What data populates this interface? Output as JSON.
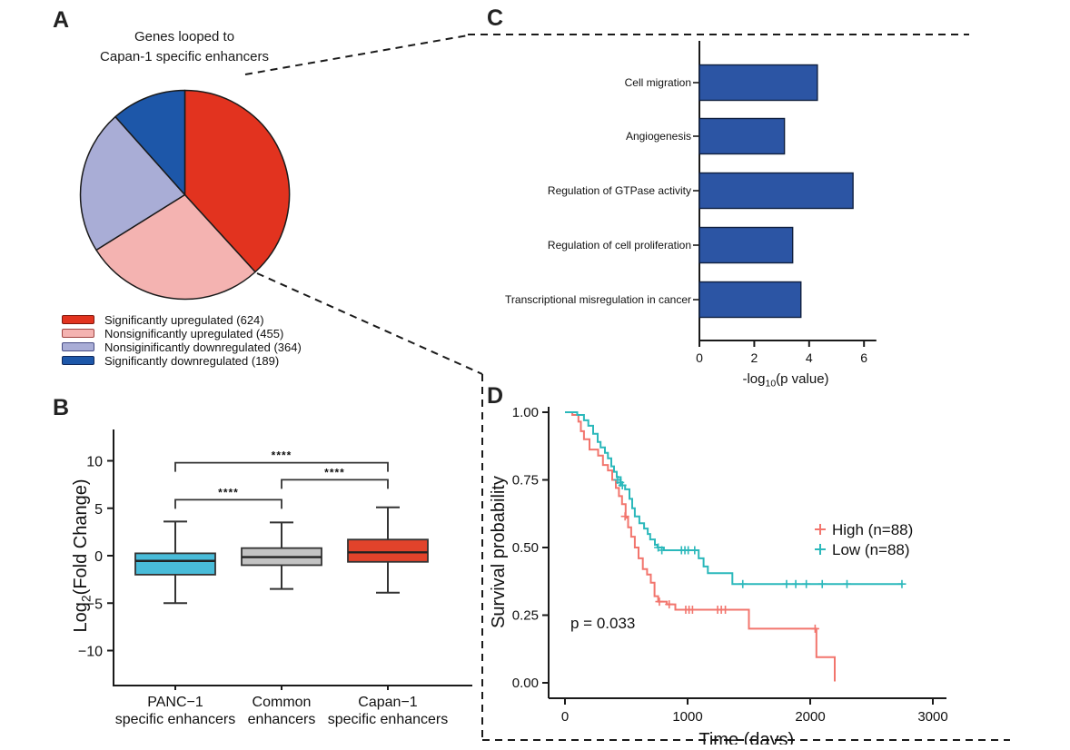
{
  "panel_labels": {
    "a": "A",
    "b": "B",
    "c": "C",
    "d": "D"
  },
  "colors": {
    "ink": "#1a1a1a",
    "pie_red": "#E2331F",
    "pie_pink": "#F4B3B1",
    "pie_lavender": "#A9ADD6",
    "pie_blue": "#1D57A9",
    "go_bar_blue": "#2C55A4",
    "box_cyan": "#49BCD9",
    "box_gray": "#C3C3C3",
    "box_red": "#E2432B",
    "km_high_red": "#F2756D",
    "km_low_teal": "#2BB8BB"
  },
  "chart_data": [
    {
      "id": "gene-pie",
      "panel": "A",
      "type": "pie",
      "title_line1": "Genes looped to",
      "title_line2": "Capan-1 specific enhancers",
      "labels": [
        "Significantly upregulated (624)",
        "Nonsignificantly upregulated (455)",
        "Nonsiginificantly downregulated (364)",
        "Significantly downregulated (189)"
      ],
      "values": [
        624,
        455,
        364,
        189
      ],
      "colors": [
        "#E2331F",
        "#F4B3B1",
        "#A9ADD6",
        "#1D57A9"
      ],
      "swatch_borders": [
        "#7F170D",
        "#A04542",
        "#474C85",
        "#10295B"
      ],
      "legend_position": "bottom-left"
    },
    {
      "id": "enhancer-box",
      "panel": "B",
      "type": "box",
      "ylabel": {
        "prefix": "Log",
        "sub": "2",
        "suffix": "(Fold Change)"
      },
      "yticks": [
        -10,
        -5,
        0,
        5,
        10
      ],
      "ylim": [
        -13.5,
        13.5
      ],
      "categories": [
        [
          "PANC−1",
          "specific enhancers"
        ],
        [
          "Common",
          "enhancers"
        ],
        [
          "Capan−1",
          "specific enhancers"
        ]
      ],
      "boxes": [
        {
          "low": -5.0,
          "q1": -2.0,
          "median": -0.55,
          "q3": 0.25,
          "high": 3.6,
          "color": "#49BCD9"
        },
        {
          "low": -3.5,
          "q1": -1.0,
          "median": -0.15,
          "q3": 0.8,
          "high": 3.5,
          "color": "#C3C3C3"
        },
        {
          "low": -3.9,
          "q1": -0.65,
          "median": 0.35,
          "q3": 1.7,
          "high": 5.1,
          "color": "#E2432B"
        }
      ],
      "significance": [
        {
          "from": 0,
          "to": 1,
          "label": "****",
          "y": 5.9
        },
        {
          "from": 1,
          "to": 2,
          "label": "****",
          "y": 8.0
        },
        {
          "from": 0,
          "to": 2,
          "label": "****",
          "y": 9.8
        }
      ]
    },
    {
      "id": "go-bars",
      "panel": "C",
      "type": "bar",
      "orientation": "horizontal",
      "categories": [
        "Cell migration",
        "Angiogenesis",
        "Regulation of GTPase activity",
        "Regulation of cell proliferation",
        "Transcriptional misregulation in cancer"
      ],
      "values": [
        4.3,
        3.1,
        5.6,
        3.4,
        3.7
      ],
      "xlabel": {
        "prefix": "-log",
        "sub": "10",
        "suffix": "(p value)"
      },
      "xticks": [
        0,
        2,
        4,
        6
      ],
      "xlim": [
        0,
        6.6
      ],
      "bar_color": "#2C55A4"
    },
    {
      "id": "km-survival",
      "panel": "D",
      "type": "line",
      "xlabel": "Time (days)",
      "ylabel": "Survival probability",
      "xticks": [
        0,
        1000,
        2000,
        3000
      ],
      "ytick_labels": [
        "0.00",
        "0.25",
        "0.50",
        "0.75",
        "1.00"
      ],
      "yticks": [
        0,
        0.25,
        0.5,
        0.75,
        1.0
      ],
      "xlim": [
        0,
        3100
      ],
      "ylim": [
        0,
        1
      ],
      "p_value": "p = 0.033",
      "series": [
        {
          "name": "High (n=88)",
          "color": "#F2756D",
          "steps": [
            [
              0,
              1.0
            ],
            [
              60,
              0.99
            ],
            [
              110,
              0.965
            ],
            [
              130,
              0.93
            ],
            [
              155,
              0.9
            ],
            [
              200,
              0.862
            ],
            [
              270,
              0.84
            ],
            [
              310,
              0.805
            ],
            [
              350,
              0.785
            ],
            [
              385,
              0.75
            ],
            [
              415,
              0.72
            ],
            [
              440,
              0.69
            ],
            [
              465,
              0.66
            ],
            [
              495,
              0.61
            ],
            [
              515,
              0.575
            ],
            [
              540,
              0.54
            ],
            [
              570,
              0.5
            ],
            [
              600,
              0.46
            ],
            [
              635,
              0.42
            ],
            [
              670,
              0.4
            ],
            [
              700,
              0.37
            ],
            [
              730,
              0.32
            ],
            [
              760,
              0.3
            ],
            [
              830,
              0.29
            ],
            [
              900,
              0.27
            ],
            [
              1500,
              0.2
            ],
            [
              2050,
              0.095
            ],
            [
              2200,
              0.005
            ]
          ],
          "censors": [
            [
              490,
              0.615
            ],
            [
              770,
              0.3
            ],
            [
              850,
              0.29
            ],
            [
              985,
              0.27
            ],
            [
              1012,
              0.27
            ],
            [
              1040,
              0.27
            ],
            [
              1245,
              0.27
            ],
            [
              1275,
              0.27
            ],
            [
              1308,
              0.27
            ],
            [
              2040,
              0.2
            ]
          ]
        },
        {
          "name": "Low (n=88)",
          "color": "#2BB8BB",
          "steps": [
            [
              0,
              1.0
            ],
            [
              100,
              0.99
            ],
            [
              155,
              0.97
            ],
            [
              190,
              0.95
            ],
            [
              230,
              0.92
            ],
            [
              267,
              0.89
            ],
            [
              290,
              0.87
            ],
            [
              326,
              0.85
            ],
            [
              350,
              0.83
            ],
            [
              378,
              0.8
            ],
            [
              400,
              0.78
            ],
            [
              422,
              0.76
            ],
            [
              455,
              0.73
            ],
            [
              490,
              0.715
            ],
            [
              526,
              0.68
            ],
            [
              548,
              0.645
            ],
            [
              570,
              0.615
            ],
            [
              607,
              0.59
            ],
            [
              645,
              0.57
            ],
            [
              675,
              0.55
            ],
            [
              695,
              0.53
            ],
            [
              733,
              0.51
            ],
            [
              755,
              0.5
            ],
            [
              807,
              0.49
            ],
            [
              1090,
              0.46
            ],
            [
              1130,
              0.43
            ],
            [
              1165,
              0.405
            ],
            [
              1365,
              0.365
            ],
            [
              2750,
              0.365
            ]
          ],
          "censors": [
            [
              430,
              0.75
            ],
            [
              450,
              0.74
            ],
            [
              468,
              0.73
            ],
            [
              760,
              0.5
            ],
            [
              790,
              0.49
            ],
            [
              950,
              0.49
            ],
            [
              978,
              0.49
            ],
            [
              1005,
              0.49
            ],
            [
              1058,
              0.49
            ],
            [
              1450,
              0.365
            ],
            [
              1807,
              0.365
            ],
            [
              1882,
              0.365
            ],
            [
              1968,
              0.365
            ],
            [
              2098,
              0.365
            ],
            [
              2300,
              0.365
            ],
            [
              2748,
              0.365
            ]
          ]
        }
      ],
      "legend_position": "middle-right"
    }
  ]
}
